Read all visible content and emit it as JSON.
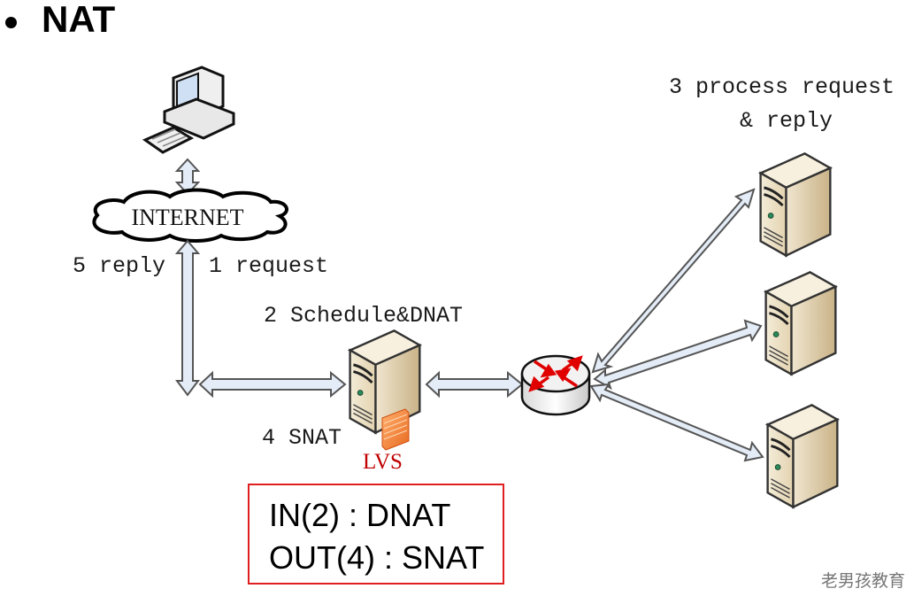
{
  "slide": {
    "title": "NAT",
    "watermark": "老男孩教育"
  },
  "diagram": {
    "nodes": {
      "client": {
        "label": "",
        "icon": "desktop-computer-icon"
      },
      "internet": {
        "label": "INTERNET",
        "icon": "cloud-icon"
      },
      "lvs": {
        "label": "LVS",
        "icon": "server-firewall-icon"
      },
      "router": {
        "label": "",
        "icon": "router-icon"
      },
      "real_servers": [
        {
          "icon": "server-icon"
        },
        {
          "icon": "server-icon"
        },
        {
          "icon": "server-icon"
        }
      ]
    },
    "steps": {
      "request": "1 request",
      "schedule": "2 Schedule&DNAT",
      "process_line1": "3 process request",
      "process_line2": "& reply",
      "snat": "4 SNAT",
      "reply": "5 reply"
    },
    "note": {
      "line1": "IN(2) : DNAT",
      "line2": "OUT(4) : SNAT",
      "border_color": "#e02020"
    },
    "colors": {
      "arrow_fill": "#e4ecf7",
      "arrow_stroke": "#555555",
      "server_body": "#e9dcc0",
      "lvs_text": "#c00000",
      "router_arrows": "#e00000"
    }
  }
}
